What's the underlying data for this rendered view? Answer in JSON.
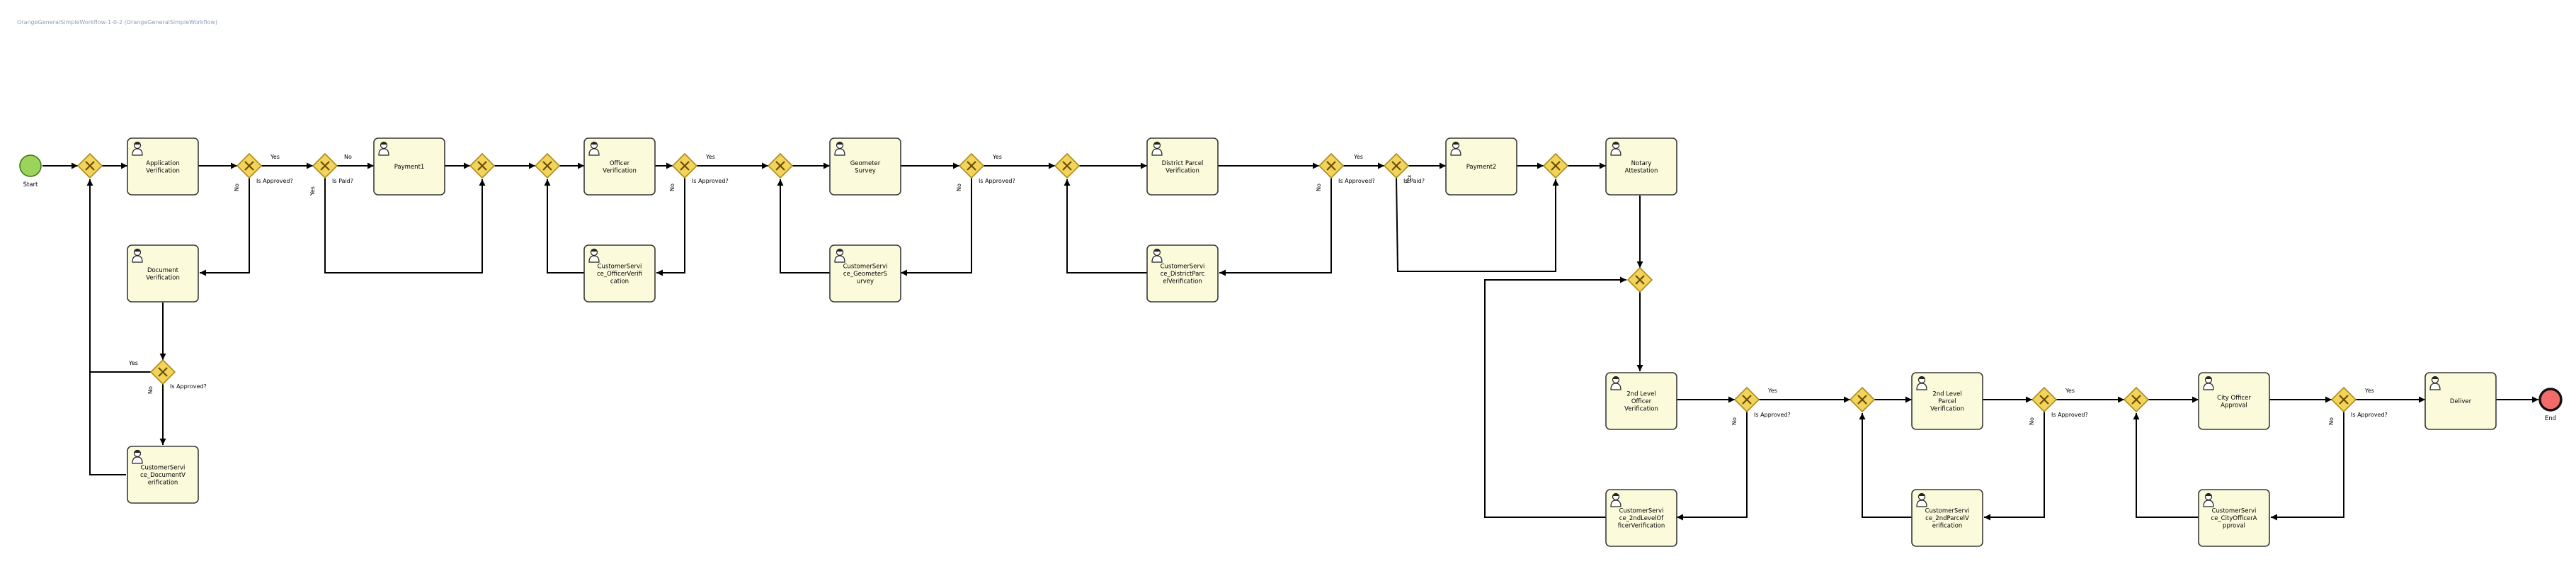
{
  "title": "OrangeGeneralSimpleWorkflow-1-0-2 (OrangeGeneralSimpleWorkflow)",
  "events": {
    "start": {
      "label": "Start"
    },
    "end": {
      "label": "End"
    }
  },
  "tasks": [
    {
      "id": "t1",
      "lines": [
        "Application",
        "Verification"
      ]
    },
    {
      "id": "t2",
      "lines": [
        "Document",
        "Verification"
      ]
    },
    {
      "id": "t3",
      "lines": [
        "CustomerServi",
        "ce_DocumentV",
        "erification"
      ]
    },
    {
      "id": "t4",
      "lines": [
        "Payment1"
      ]
    },
    {
      "id": "t5",
      "lines": [
        "Officer",
        "Verification"
      ]
    },
    {
      "id": "t6",
      "lines": [
        "CustomerServi",
        "ce_OfficerVerifi",
        "cation"
      ]
    },
    {
      "id": "t7",
      "lines": [
        "Geometer",
        "Survey"
      ]
    },
    {
      "id": "t8",
      "lines": [
        "CustomerServi",
        "ce_GeometerS",
        "urvey"
      ]
    },
    {
      "id": "t9",
      "lines": [
        "District Parcel",
        "Verification"
      ]
    },
    {
      "id": "t10",
      "lines": [
        "CustomerServi",
        "ce_DistrictParc",
        "elVerification"
      ]
    },
    {
      "id": "t11",
      "lines": [
        "Payment2"
      ]
    },
    {
      "id": "t12",
      "lines": [
        "Notary",
        "Attestation"
      ]
    },
    {
      "id": "t13",
      "lines": [
        "2nd Level",
        "Officer",
        "Verification"
      ]
    },
    {
      "id": "t14",
      "lines": [
        "CustomerServi",
        "ce_2ndLevelOf",
        "ficerVerification"
      ]
    },
    {
      "id": "t15",
      "lines": [
        "2nd Level",
        "Parcel",
        "Verification"
      ]
    },
    {
      "id": "t16",
      "lines": [
        "CustomerServi",
        "ce_2ndParcelV",
        "erification"
      ]
    },
    {
      "id": "t17",
      "lines": [
        "City Officer",
        "Approval"
      ]
    },
    {
      "id": "t18",
      "lines": [
        "CustomerServi",
        "ce_CityOfficerA",
        "pproval"
      ]
    },
    {
      "id": "t19",
      "lines": [
        "Deliver"
      ]
    }
  ],
  "gateway_labels": {
    "is_approved": "Is Approved?",
    "is_paid": "Is Paid?"
  },
  "flow_labels": {
    "yes": "Yes",
    "no": "No"
  },
  "icons": {
    "task": "user-task-icon",
    "gateway": "exclusive-gateway-icon"
  },
  "colors": {
    "start_fill": "#9cd35a",
    "end_fill": "#f26b6b",
    "task_fill": "#fbfbdc",
    "gateway_fill": "#f2d45c",
    "title_color": "#8fa0b8"
  }
}
